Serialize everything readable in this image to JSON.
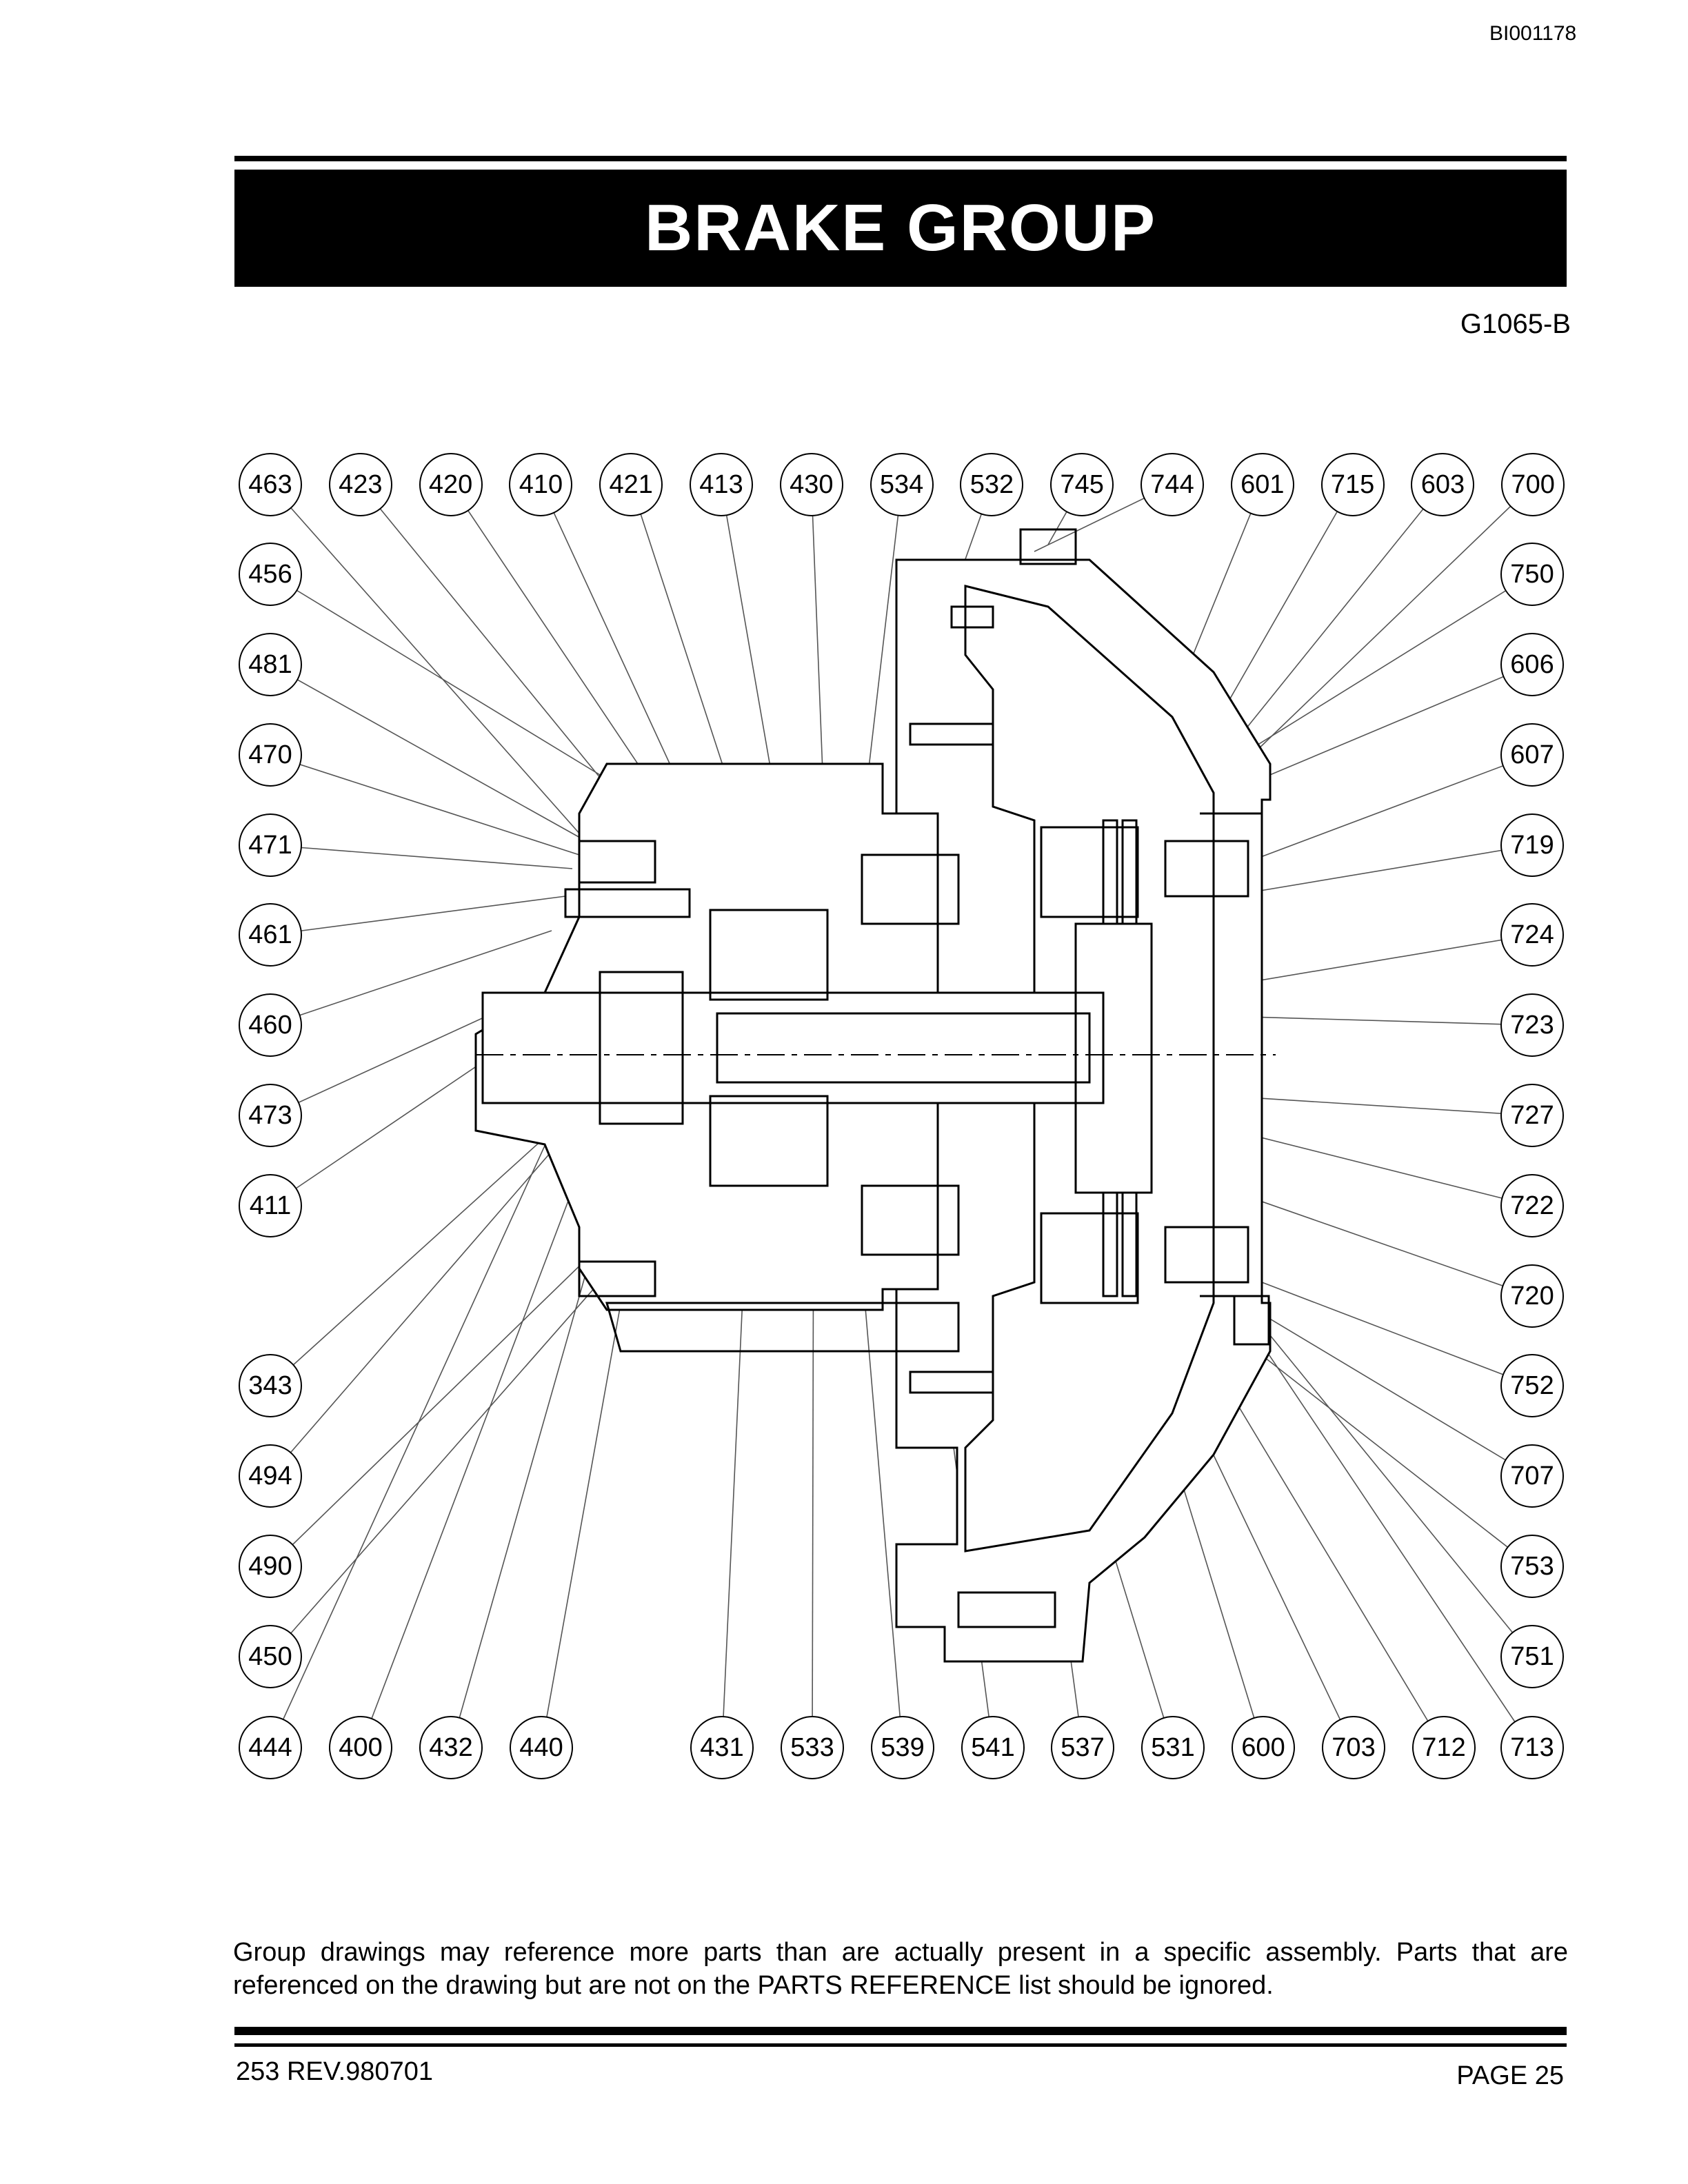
{
  "header": {
    "doc_id": "BI001178",
    "title": "BRAKE GROUP",
    "drawing_number": "G1065-B"
  },
  "callouts": {
    "top_row": [
      "463",
      "423",
      "420",
      "410",
      "421",
      "413",
      "430",
      "534",
      "532",
      "745",
      "744",
      "601",
      "715",
      "603",
      "700"
    ],
    "left_column": [
      "456",
      "481",
      "470",
      "471",
      "461",
      "460",
      "473",
      "411",
      "343",
      "494",
      "490",
      "450"
    ],
    "right_column": [
      "750",
      "606",
      "607",
      "719",
      "724",
      "723",
      "727",
      "722",
      "720",
      "752",
      "707",
      "753",
      "751"
    ],
    "bottom_row": [
      "444",
      "400",
      "432",
      "440",
      "431",
      "533",
      "539",
      "541",
      "537",
      "531",
      "600",
      "703",
      "712",
      "713"
    ]
  },
  "note": "Group drawings may reference more parts than are actually present in a specific assembly. Parts that are referenced on the drawing but are not on the PARTS REFERENCE list should be ignored.",
  "footer": {
    "revision": "253 REV.980701",
    "page": "PAGE 25"
  }
}
